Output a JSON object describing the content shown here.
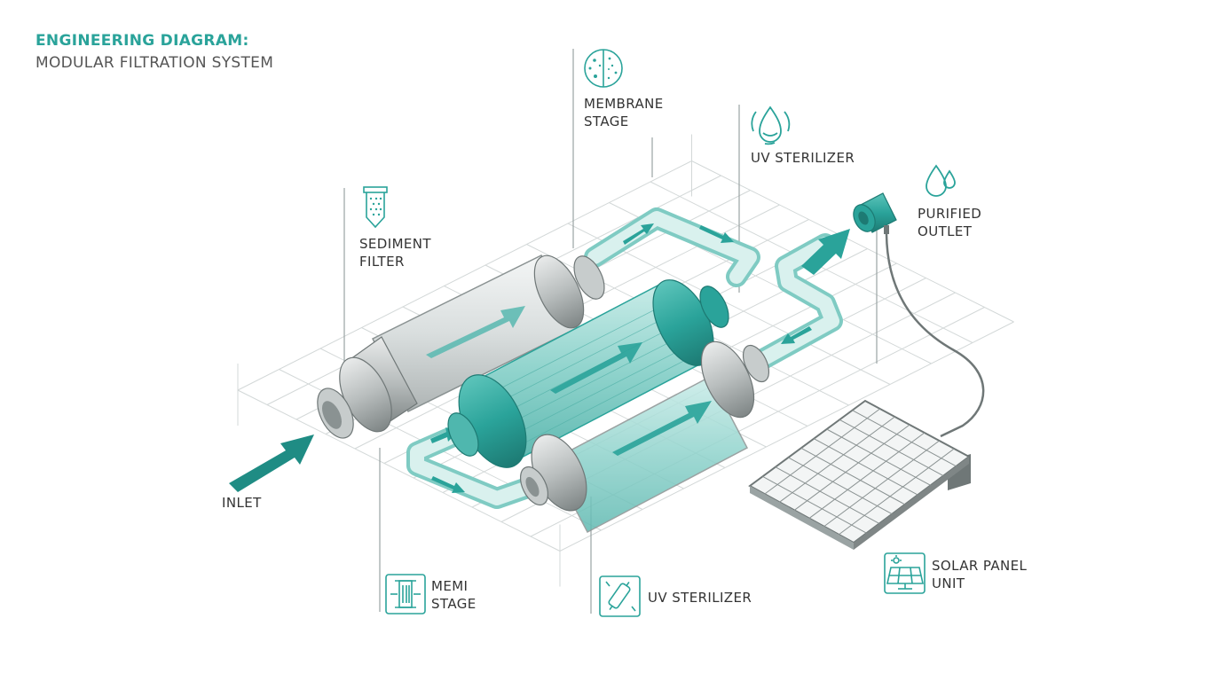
{
  "colors": {
    "accent": "#2aa39a",
    "accent_dark": "#1f8078",
    "line": "#9aa3a3"
  },
  "title": {
    "line1": "ENGINEERING DIAGRAM:",
    "line2": "MODULAR FILTRATION SYSTEM"
  },
  "labels": {
    "membrane_top": {
      "line1": "MEMBRANE",
      "line2": "STAGE"
    },
    "uv_top": {
      "line1": "UV STERILIZER"
    },
    "outlet": {
      "line1": "PURIFIED",
      "line2": "OUTLET"
    },
    "sediment": {
      "line1": "SEDIMENT",
      "line2": "FILTER"
    },
    "inlet": {
      "line1": "INLET"
    },
    "memi_bottom": {
      "line1": "MEMI",
      "line2": "STAGE"
    },
    "uv_bottom": {
      "line1": "UV STERILIZER"
    },
    "solar": {
      "line1": "SOLAR PANEL",
      "line2": "UNIT"
    }
  },
  "icons": [
    "membrane-icon",
    "uv-drop-icon",
    "water-drops-icon",
    "sediment-filter-icon",
    "membrane-cartridge-icon",
    "uv-lamp-icon",
    "solar-panel-icon"
  ]
}
